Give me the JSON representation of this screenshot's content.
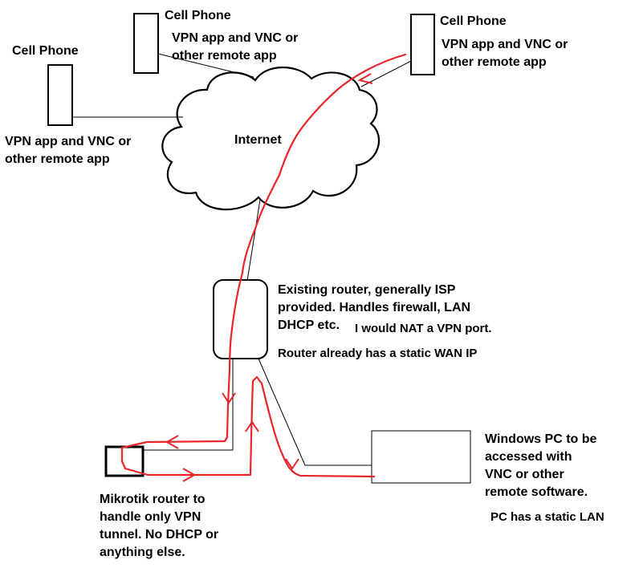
{
  "diagram": {
    "cloud_label": "Internet",
    "phone_left": {
      "title": "Cell Phone",
      "caption": "VPN app and VNC or\nother remote app"
    },
    "phone_middle": {
      "title": "Cell Phone",
      "caption": "VPN app and VNC or\nother remote app"
    },
    "phone_right": {
      "title": "Cell Phone",
      "caption": "VPN app and VNC or\nother remote app"
    },
    "existing_router": {
      "caption": "Existing router, generally ISP\nprovided. Handles firewall, LAN\nDHCP etc.",
      "nat_note": "I would NAT a VPN port.",
      "static_note": "Router already has a static WAN IP"
    },
    "windows_pc": {
      "caption": "Windows PC to be\naccessed with\nVNC or other\nremote software.",
      "static_note": "PC has a static LAN"
    },
    "mikrotik": {
      "caption": "Mikrotik router to\nhandle only VPN\ntunnel. No DHCP or\nanything else."
    },
    "colors": {
      "line": "#000000",
      "vpn_path": "#e8252a",
      "background": "#ffffff"
    }
  }
}
